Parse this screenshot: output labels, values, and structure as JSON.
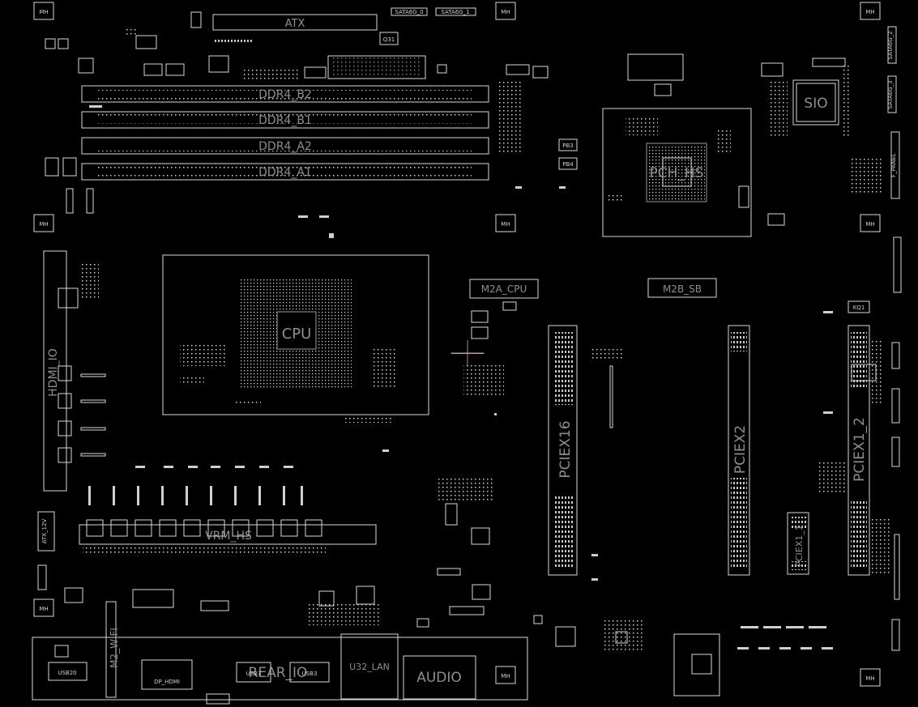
{
  "labels": {
    "atx": "ATX",
    "sata6g_0": "SATA6G_0",
    "sata6g_1": "SATA6G_1",
    "sata6g_2": "SATA6G_2",
    "sata6g_3": "SATA6G_3",
    "q31": "Q31",
    "ddr4_b2": "DDR4_B2",
    "ddr4_b1": "DDR4_B1",
    "ddr4_a2": "DDR4_A2",
    "ddr4_a1": "DDR4_A1",
    "pch_hs": "PCH_HS",
    "sio": "SIO",
    "cpu": "CPU",
    "m2a_cpu": "M2A_CPU",
    "m2b_sb": "M2B_SB",
    "pciex16": "PCIEX16",
    "pciex2": "PCIEX2",
    "pciex1_1": "PCIEX1_1",
    "pciex1_2": "PCIEX1_2",
    "vrm": "VRM_HS",
    "atx12v": "ATX_12V",
    "m2_wifi": "M2_WIFI",
    "usb20": "USB20",
    "dp_hdmi": "DP_HDMI",
    "usb3_1": "USB3",
    "usb3_2": "USB3",
    "rear_io": "REAR_IO",
    "u32_lan": "U32_LAN",
    "audio": "AUDIO",
    "f_panel": "F_PANEL",
    "kq1": "KQ1",
    "pb3": "PB3",
    "pb4": "PB4",
    "mh": "MH",
    "left_io": "HDMI_IO"
  }
}
